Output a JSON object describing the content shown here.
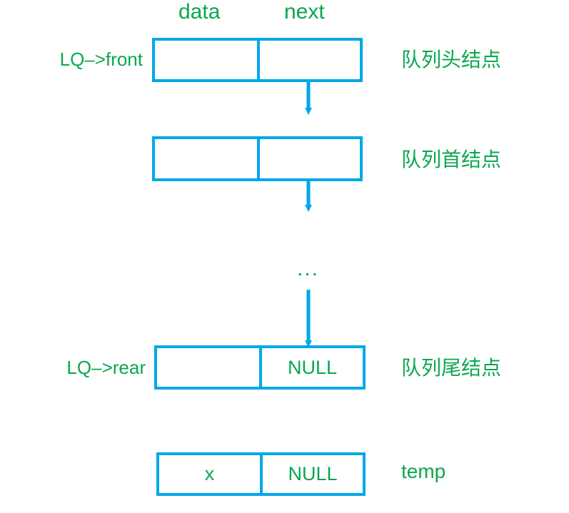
{
  "diagram": {
    "title": "Linked queue node structure diagram",
    "colors": {
      "box_stroke": "#00a8e8",
      "text_green": "#0aa74f",
      "arrow": "#00a8e8",
      "background": "#ffffff"
    },
    "column_headers": {
      "data": "data",
      "next": "next"
    },
    "ellipsis": "...",
    "nodes": [
      {
        "id": "head-node",
        "pointer_label": "LQ–>front",
        "side_label": "队列头结点",
        "data_value": "",
        "next_value": ""
      },
      {
        "id": "first-node",
        "pointer_label": "",
        "side_label": "队列首结点",
        "data_value": "",
        "next_value": ""
      },
      {
        "id": "rear-node",
        "pointer_label": "LQ–>rear",
        "side_label": "队列尾结点",
        "data_value": "",
        "next_value": "NULL"
      },
      {
        "id": "temp-node",
        "pointer_label": "",
        "side_label": "temp",
        "data_value": "x",
        "next_value": "NULL"
      }
    ]
  }
}
